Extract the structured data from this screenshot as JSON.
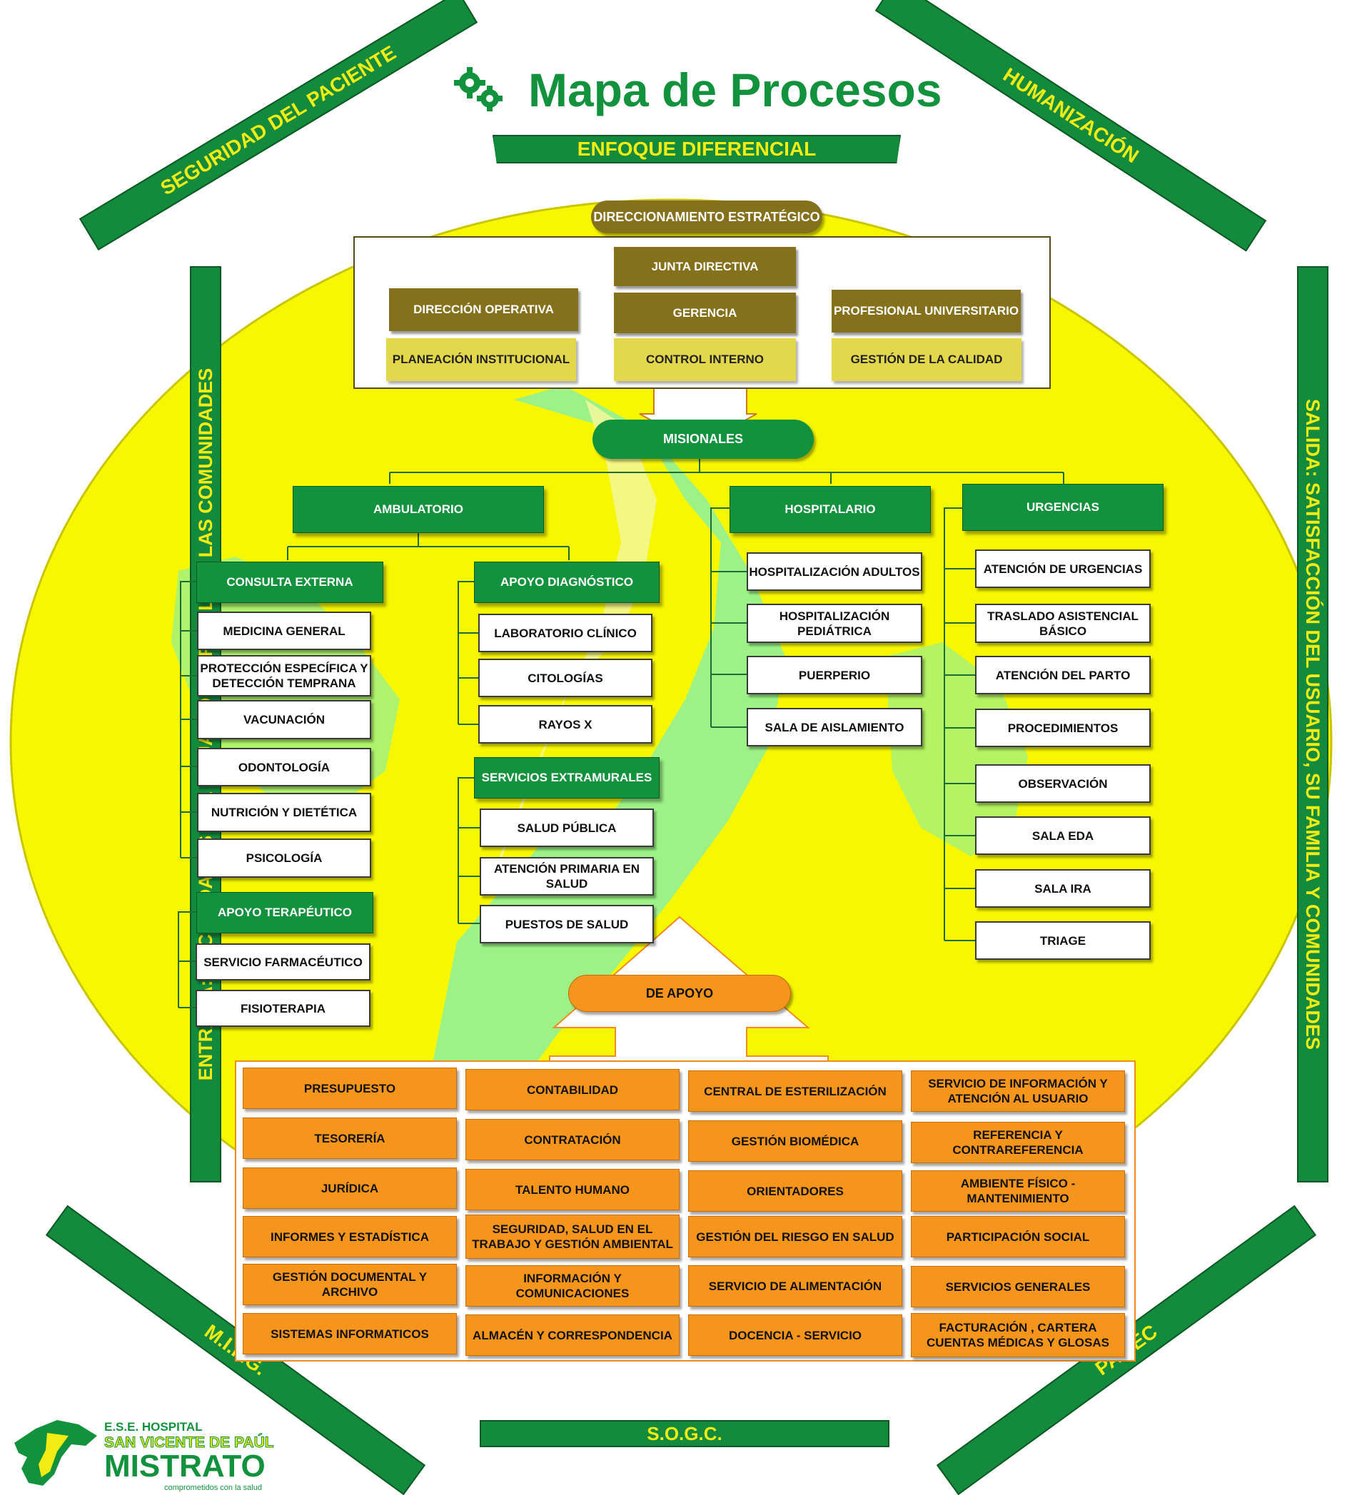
{
  "header": {
    "title": "Mapa de Procesos"
  },
  "banners": {
    "enfoque": "ENFOQUE DIFERENCIAL",
    "seguridad": "SEGURIDAD DEL PACIENTE",
    "humanizacion": "HUMANIZACIÓN",
    "entrada": "ENTRADA: NECESIDADES  DEL USUARIO, LA FAMILIA Y LAS COMUNIDADES",
    "salida": "SALIDA: SATISFACCIÓN  DEL USUARIO,  SU FAMILIA Y COMUNIDADES",
    "mipg": "M.I.P.G.",
    "pamec": "PAMEC",
    "sogc": "S.O.G.C."
  },
  "strategic": {
    "label": "DIRECCIONAMIENTO ESTRATÉGICO",
    "junta": "JUNTA DIRECTIVA",
    "direccion_operativa": "DIRECCIÓN OPERATIVA",
    "gerencia": "GERENCIA",
    "profesional": "PROFESIONAL UNIVERSITARIO",
    "planeacion": "PLANEACIÓN INSTITUCIONAL",
    "control": "CONTROL INTERNO",
    "calidad": "GESTIÓN DE LA CALIDAD"
  },
  "misional": {
    "label": "MISIONALES",
    "ambulatorio": "AMBULATORIO",
    "hospitalario": "HOSPITALARIO",
    "urgencias": "URGENCIAS",
    "consulta_externa": {
      "label": "CONSULTA EXTERNA",
      "items": [
        "MEDICINA GENERAL",
        "PROTECCIÓN ESPECÍFICA Y DETECCIÓN TEMPRANA",
        "VACUNACIÓN",
        "ODONTOLOGÍA",
        "NUTRICIÓN Y DIETÉTICA",
        "PSICOLOGÍA"
      ]
    },
    "apoyo_terapeutico": {
      "label": "APOYO TERAPÉUTICO",
      "items": [
        "SERVICIO FARMACÉUTICO",
        "FISIOTERAPIA"
      ]
    },
    "apoyo_diagnostico": {
      "label": "APOYO DIAGNÓSTICO",
      "items": [
        "LABORATORIO CLÍNICO",
        "CITOLOGÍAS",
        "RAYOS X"
      ]
    },
    "extramurales": {
      "label": "SERVICIOS EXTRAMURALES",
      "items": [
        "SALUD PÚBLICA",
        "ATENCIÓN PRIMARIA EN SALUD",
        "PUESTOS DE SALUD"
      ]
    },
    "hospitalario_items": [
      "HOSPITALIZACIÓN  ADULTOS",
      "HOSPITALIZACIÓN PEDIÁTRICA",
      "PUERPERIO",
      "SALA DE AISLAMIENTO"
    ],
    "urgencias_items": [
      "ATENCIÓN DE URGENCIAS",
      "TRASLADO ASISTENCIAL BÁSICO",
      "ATENCIÓN DEL PARTO",
      "PROCEDIMIENTOS",
      "OBSERVACIÓN",
      "SALA EDA",
      "SALA IRA",
      "TRIAGE"
    ]
  },
  "apoyo": {
    "label": "DE APOYO",
    "grid": [
      [
        "PRESUPUESTO",
        "CONTABILIDAD",
        "CENTRAL DE ESTERILIZACIÓN",
        "SERVICIO DE INFORMACIÓN Y ATENCIÓN AL USUARIO"
      ],
      [
        "TESORERÍA",
        "CONTRATACIÓN",
        "GESTIÓN BIOMÉDICA",
        "REFERENCIA Y CONTRAREFERENCIA"
      ],
      [
        "JURÍDICA",
        "TALENTO HUMANO",
        "ORIENTADORES",
        "AMBIENTE FÍSICO - MANTENIMIENTO"
      ],
      [
        "INFORMES Y ESTADÍSTICA",
        "SEGURIDAD,  SALUD EN EL TRABAJO Y GESTIÓN AMBIENTAL",
        "GESTIÓN DEL RIESGO EN SALUD",
        "PARTICIPACIÓN SOCIAL"
      ],
      [
        "GESTIÓN DOCUMENTAL Y ARCHIVO",
        "INFORMACIÓN Y COMUNICACIONES",
        "SERVICIO DE ALIMENTACIÓN",
        "SERVICIOS GENERALES"
      ],
      [
        "SISTEMAS INFORMATICOS",
        "ALMACÉN Y CORRESPONDENCIA",
        "DOCENCIA - SERVICIO",
        "FACTURACIÓN , CARTERA CUENTAS MÉDICAS  Y GLOSAS"
      ]
    ]
  },
  "logo": {
    "line1": "E.S.E. HOSPITAL",
    "line2": "SAN VICENTE DE PAÚL",
    "line3": "MISTRATO",
    "tagline": "comprometidos con la salud"
  },
  "colors": {
    "green": "#13923e",
    "yellow": "#f7f700",
    "olive": "#85711c",
    "orange": "#f6951c",
    "banner_text": "#f2ec14"
  }
}
